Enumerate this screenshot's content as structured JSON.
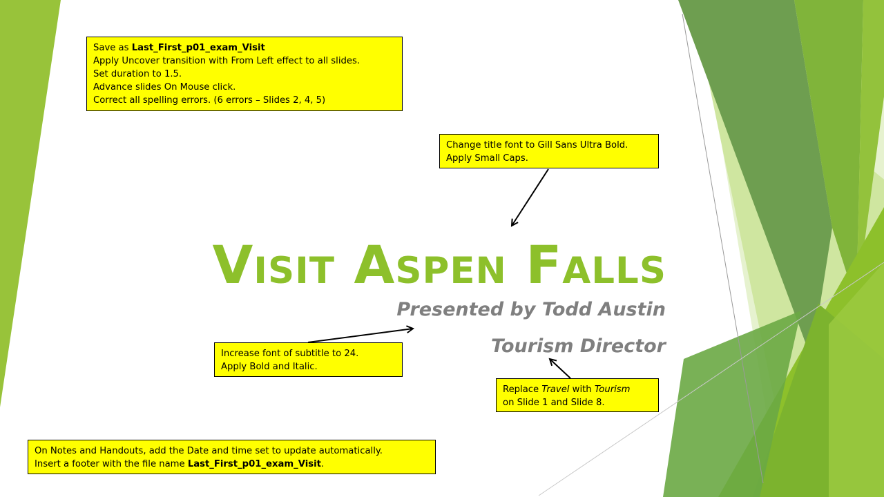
{
  "slide": {
    "title": "Visit Aspen Falls",
    "subtitle_lines": [
      "Presented by Todd Austin",
      "Tourism Director"
    ]
  },
  "notes": {
    "save": {
      "prefix": "Save as ",
      "filename": "Last_First_p01_exam_Visit",
      "lines": [
        "Apply Uncover transition with From Left effect  to all slides.",
        "Set duration to 1.5.",
        "Advance slides On Mouse click.",
        "Correct all spelling errors. (6 errors – Slides 2, 4, 5)"
      ]
    },
    "title_font": {
      "lines": [
        "Change title font to Gill Sans Ultra Bold.",
        "Apply Small Caps."
      ]
    },
    "subtitle_font": {
      "lines": [
        "Increase font of subtitle to 24.",
        "Apply Bold and Italic."
      ]
    },
    "replace": {
      "w1": "Replace ",
      "w2": "Travel",
      "w3": " with ",
      "w4": "Tourism",
      "line2": "on Slide 1 and Slide 8."
    },
    "footer": {
      "line1": "On Notes and Handouts, add the Date and time set to update automatically.",
      "line2_prefix": "Insert a footer with the file name ",
      "filename": "Last_First_p01_exam_Visit",
      "line2_suffix": "."
    }
  },
  "colors": {
    "accent_green": "#8dc02b",
    "dark_green": "#5b9a32",
    "light_green": "#d5eaa8",
    "note_fill": "#ffff00",
    "subtitle_gray": "#7f7f7f"
  }
}
